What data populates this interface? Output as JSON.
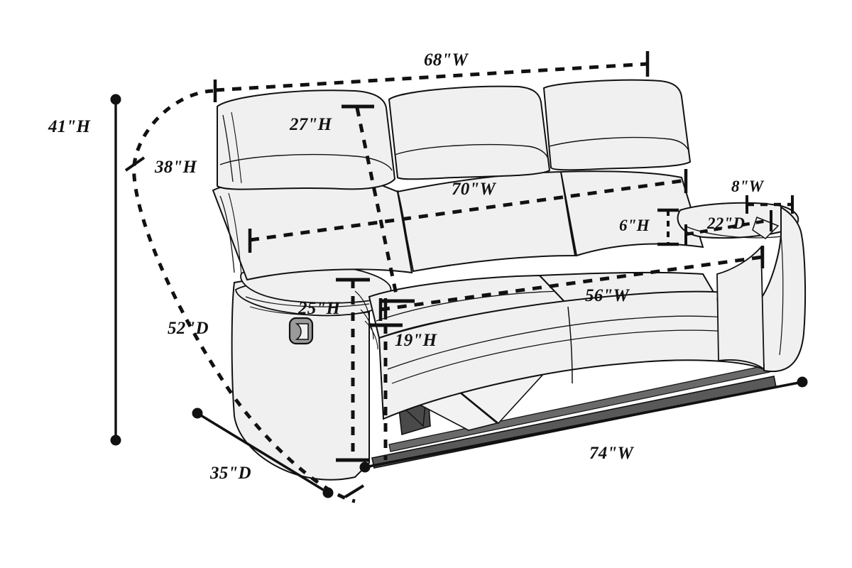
{
  "diagram": {
    "title": "Reclining Sofa Dimension Diagram",
    "product": "3-seat power reclining sofa",
    "unit": "inches",
    "background_color": "#ffffff",
    "upholstery_fill": "#f0f0f0",
    "outline_color": "#111111",
    "mechanism_fill": "#4a4a4a",
    "base_rail_fill": "#595959",
    "handle_fill": "#9a9a9a"
  },
  "dimensions": {
    "overall_height": {
      "label": "41\"H",
      "value": 41,
      "unit": "in",
      "axis": "H",
      "line_style": "solid",
      "terminator": "dot",
      "description": "overall sofa height, vertical left reference line"
    },
    "reclined_height": {
      "label": "38\"H",
      "value": 38,
      "unit": "in",
      "axis": "H",
      "line_style": "dashed-arc",
      "terminator": "slash",
      "description": "reclined back height measured along arc"
    },
    "overall_width_top": {
      "label": "68\"W",
      "value": 68,
      "unit": "in",
      "axis": "W",
      "line_style": "dashed",
      "terminator": "tick",
      "description": "width across the top of the backrest"
    },
    "backrest_height": {
      "label": "27\"H",
      "value": 27,
      "unit": "in",
      "axis": "H",
      "line_style": "dashed",
      "terminator": "tick",
      "description": "back cushion height"
    },
    "backrest_width": {
      "label": "70\"W",
      "value": 70,
      "unit": "in",
      "axis": "W",
      "line_style": "dashed",
      "terminator": "tick",
      "description": "width across the back cushions"
    },
    "arm_rise": {
      "label": "6\"H",
      "value": 6,
      "unit": "in",
      "axis": "H",
      "line_style": "dashed",
      "terminator": "tick",
      "description": "height of armrest above seat cushion"
    },
    "arm_width": {
      "label": "8\"W",
      "value": 8,
      "unit": "in",
      "axis": "W",
      "line_style": "dashed",
      "terminator": "tick",
      "description": "armrest top width"
    },
    "arm_depth": {
      "label": "22\"D",
      "value": 22,
      "unit": "in",
      "axis": "D",
      "line_style": "dashed",
      "terminator": "tick",
      "description": "armrest depth"
    },
    "arm_height": {
      "label": "25\"H",
      "value": 25,
      "unit": "in",
      "axis": "H",
      "line_style": "dashed",
      "terminator": "tick",
      "description": "armrest height from floor"
    },
    "seat_height": {
      "label": "19\"H",
      "value": 19,
      "unit": "in",
      "axis": "H",
      "line_style": "dashed",
      "terminator": "tick",
      "description": "seat cushion height from floor"
    },
    "seat_width": {
      "label": "56\"W",
      "value": 56,
      "unit": "in",
      "axis": "W",
      "line_style": "dashed",
      "terminator": "tick",
      "description": "total seating width across cushions"
    },
    "reclined_depth": {
      "label": "52\"D",
      "value": 52,
      "unit": "in",
      "axis": "D",
      "line_style": "dashed",
      "terminator": "slash",
      "description": "fully reclined depth"
    },
    "upright_depth": {
      "label": "35\"D",
      "value": 35,
      "unit": "in",
      "axis": "D",
      "line_style": "solid",
      "terminator": "dot",
      "description": "upright sofa depth at floor"
    },
    "overall_width_base": {
      "label": "74\"W",
      "value": 74,
      "unit": "in",
      "axis": "W",
      "line_style": "solid",
      "terminator": "dot",
      "description": "overall width at the base including arms"
    }
  },
  "parts": [
    {
      "name": "left-headrest"
    },
    {
      "name": "center-headrest"
    },
    {
      "name": "right-headrest"
    },
    {
      "name": "left-back-cushion"
    },
    {
      "name": "center-back-cushion"
    },
    {
      "name": "right-back-cushion"
    },
    {
      "name": "left-seat-cushion"
    },
    {
      "name": "center-seat-cushion"
    },
    {
      "name": "right-seat-cushion"
    },
    {
      "name": "left-armrest"
    },
    {
      "name": "right-armrest"
    },
    {
      "name": "recliner-handle"
    },
    {
      "name": "footrest-mechanism"
    },
    {
      "name": "base-rail"
    }
  ]
}
